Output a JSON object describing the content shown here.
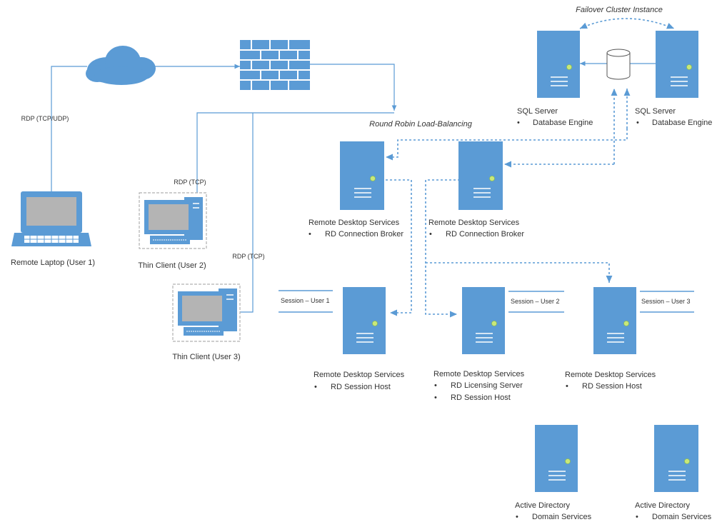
{
  "fci_label": "Failover Cluster Instance",
  "round_robin_label": "Round Robin Load-Balancing",
  "clients": {
    "laptop": {
      "name": "Remote Laptop  (User 1)",
      "protocol": "RDP (TCP/UDP)"
    },
    "thin2": {
      "name": "Thin Client (User 2)",
      "protocol": "RDP (TCP)"
    },
    "thin3": {
      "name": "Thin Client (User 3)",
      "protocol": "RDP (TCP)"
    }
  },
  "sql": [
    {
      "title": "SQL Server",
      "role": "Database Engine"
    },
    {
      "title": "SQL Server",
      "role": "Database Engine"
    }
  ],
  "brokers": [
    {
      "title": "Remote Desktop Services",
      "role": "RD Connection Broker"
    },
    {
      "title": "Remote Desktop Services",
      "role": "RD Connection Broker"
    }
  ],
  "hosts": [
    {
      "title": "Remote Desktop Services",
      "roles": [
        "RD Session Host"
      ],
      "session": "Session – User 1"
    },
    {
      "title": "Remote Desktop Services",
      "roles": [
        "RD Licensing Server",
        "RD Session Host"
      ],
      "session": "Session – User 2"
    },
    {
      "title": "Remote Desktop Services",
      "roles": [
        "RD Session Host"
      ],
      "session": "Session – User 3"
    }
  ],
  "ad": [
    {
      "title": "Active Directory",
      "role": "Domain Services"
    },
    {
      "title": "Active Directory",
      "role": "Domain Services"
    }
  ],
  "bullet": "•",
  "colors": {
    "server": "#5b9bd5",
    "led": "#c9e87a",
    "monitor": "#b4b4b4"
  }
}
